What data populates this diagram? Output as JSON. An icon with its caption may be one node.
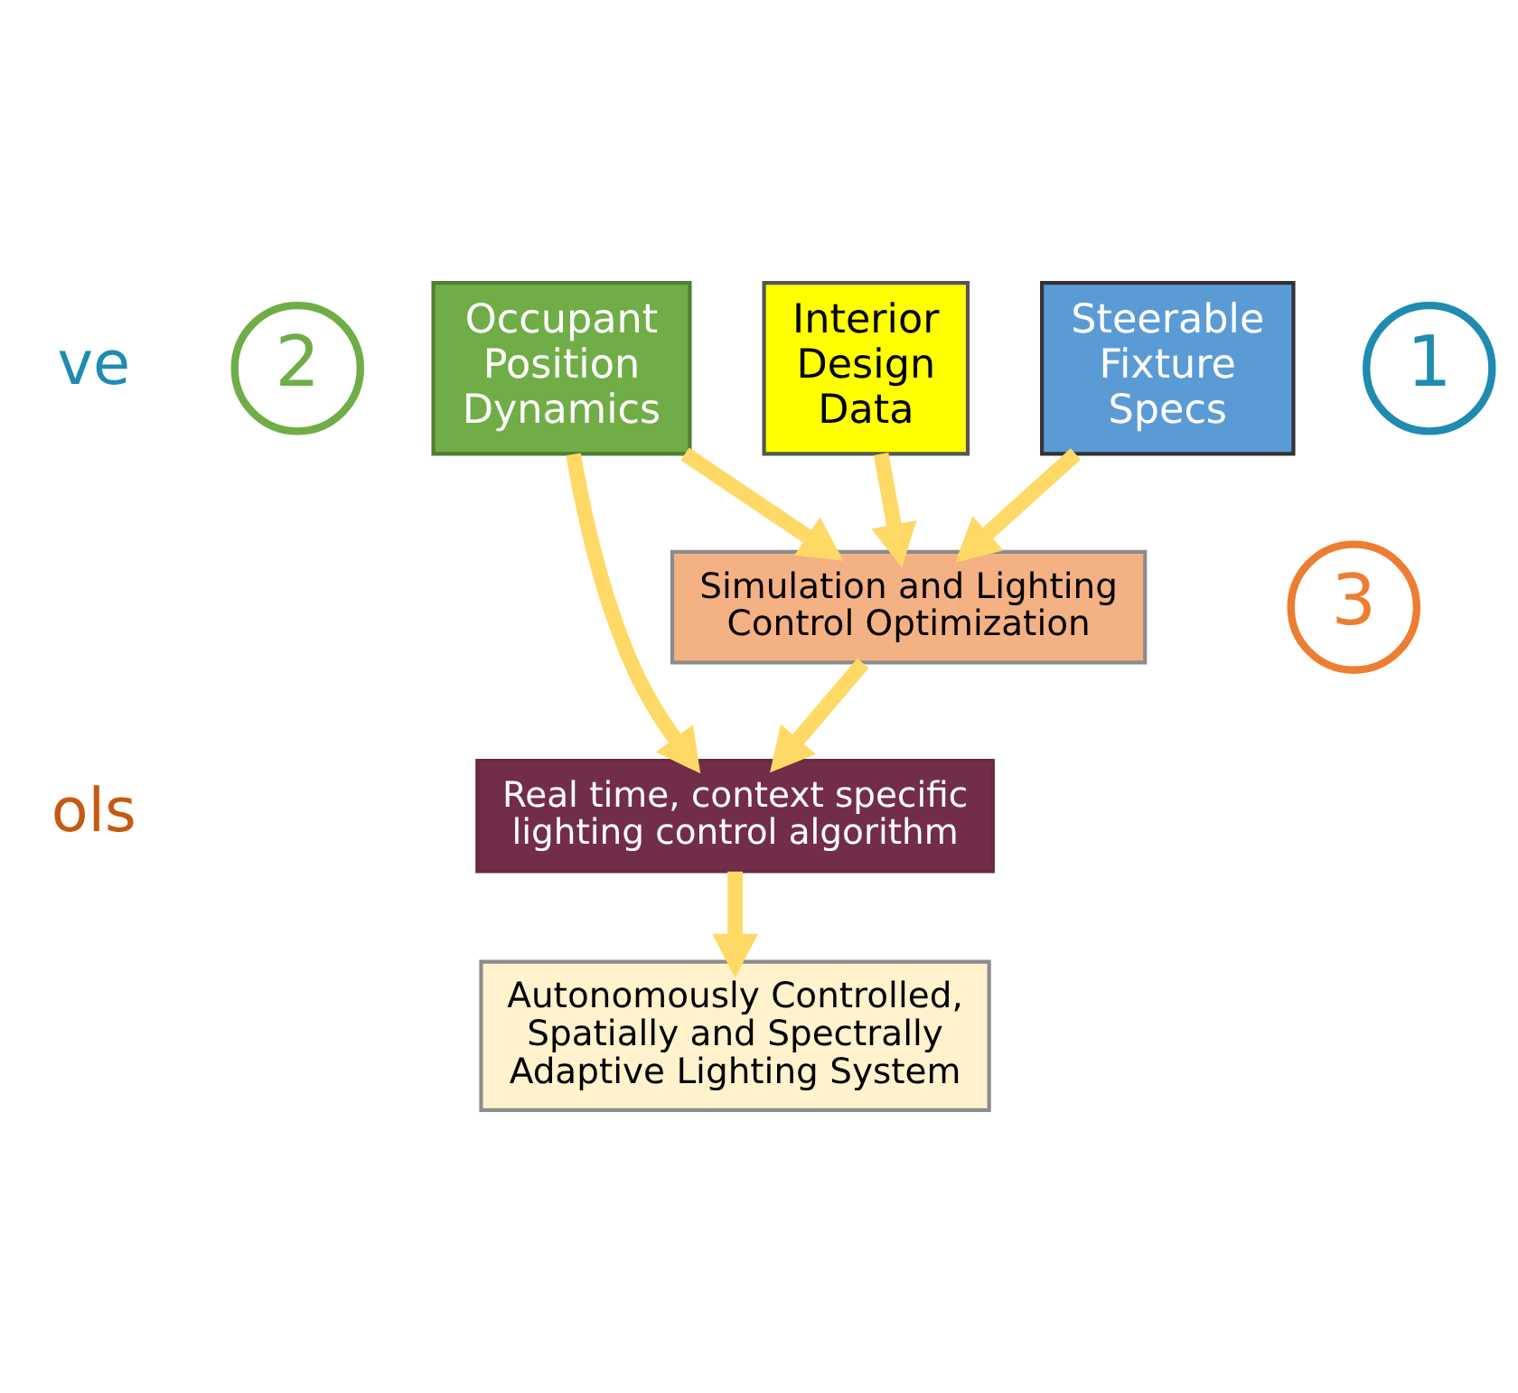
{
  "diagram": {
    "nodes": [
      {
        "text": [
          "2"
        ]
      },
      {
        "text": [
          "Occupant Position Dynamics"
        ]
      },
      {
        "text": [
          "Interior Design Data"
        ]
      },
      {
        "text": [
          "Steerable Fixture Specs"
        ]
      },
      {
        "text": [
          "1"
        ]
      },
      {
        "text": [
          "3"
        ]
      },
      {
        "text": [
          "Simulation and Lighting Control Optimization"
        ]
      },
      {
        "text": [
          "Real time, context specific lighting control algorithm"
        ]
      },
      {
        "text": [
          "Autonomously Controlled, Spatially and Spectrally Adaptive Lighting System"
        ]
      }
    ],
    "edges": [
      {
        "from": 2,
        "to": 6,
        "arrow": "to"
      },
      {
        "from": 3,
        "to": 6,
        "arrow": "to"
      },
      {
        "from": 1,
        "to": 6,
        "arrow": "to"
      },
      {
        "from": 6,
        "to": 7,
        "arrow": "to"
      },
      {
        "from": 1,
        "to": 7,
        "arrow": "to"
      },
      {
        "from": 7,
        "to": 8,
        "arrow": "to"
      }
    ],
    "labels": [
      "ve",
      "ols"
    ]
  }
}
